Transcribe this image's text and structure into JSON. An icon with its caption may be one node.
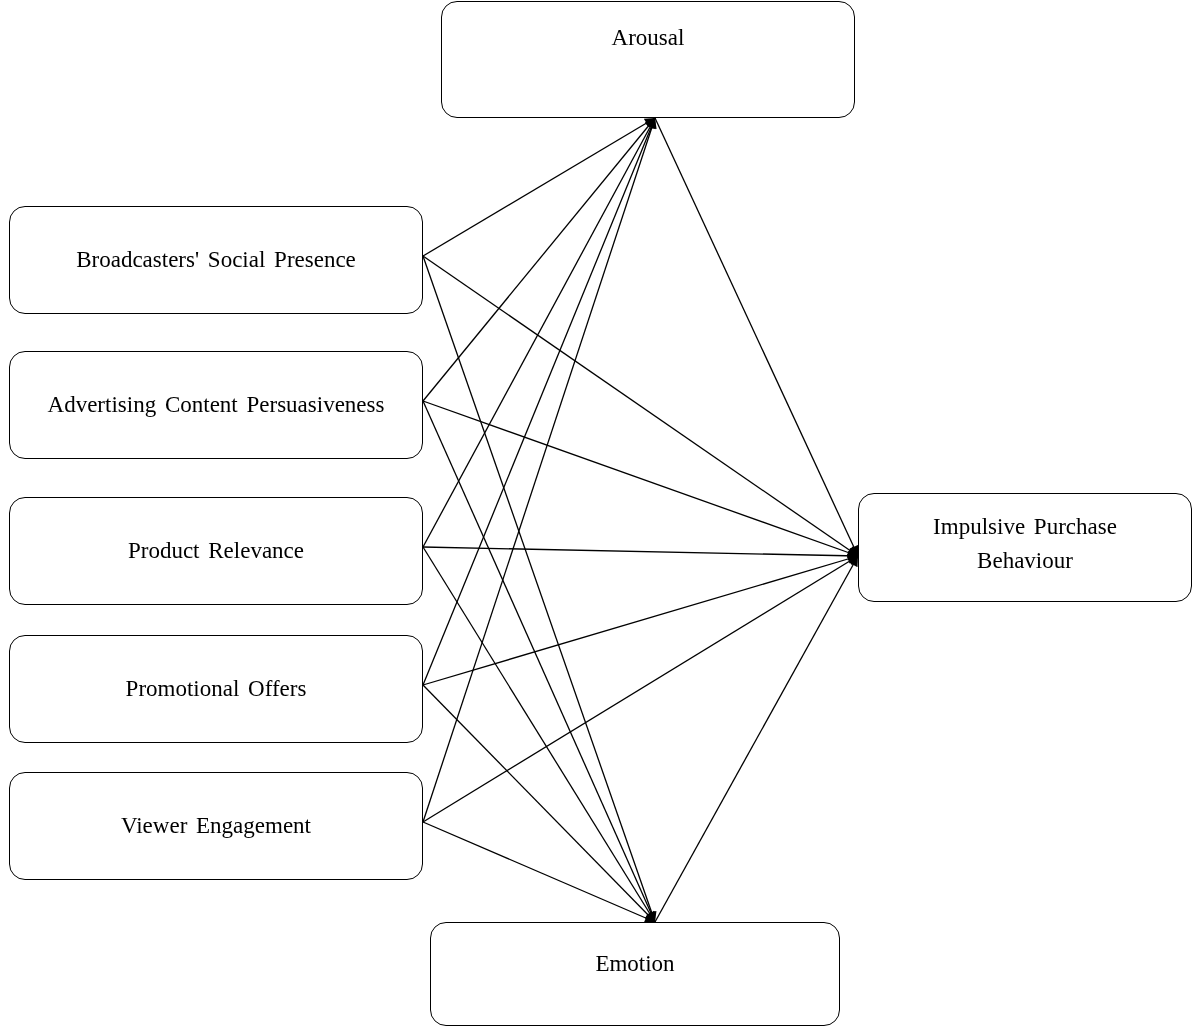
{
  "diagram": {
    "nodes": [
      {
        "text": [
          "Arousal"
        ]
      },
      {
        "text": [
          "Broadcasters' Social Presence"
        ]
      },
      {
        "text": [
          "Advertising Content Persuasiveness"
        ]
      },
      {
        "text": [
          "Product Relevance"
        ]
      },
      {
        "text": [
          "Promotional Offers"
        ]
      },
      {
        "text": [
          "Viewer Engagement"
        ]
      },
      {
        "text": [
          "Impulsive Purchase Behaviour"
        ]
      },
      {
        "text": [
          "Emotion"
        ]
      }
    ],
    "edges": [
      {
        "from": 1,
        "to": 0,
        "arrow": "to"
      },
      {
        "from": 1,
        "to": 6,
        "arrow": "to"
      },
      {
        "from": 1,
        "to": 7,
        "arrow": "to"
      },
      {
        "from": 2,
        "to": 0,
        "arrow": "to"
      },
      {
        "from": 2,
        "to": 6,
        "arrow": "to"
      },
      {
        "from": 2,
        "to": 7,
        "arrow": "to"
      },
      {
        "from": 3,
        "to": 0,
        "arrow": "to"
      },
      {
        "from": 3,
        "to": 6,
        "arrow": "to"
      },
      {
        "from": 3,
        "to": 7,
        "arrow": "to"
      },
      {
        "from": 4,
        "to": 0,
        "arrow": "to"
      },
      {
        "from": 4,
        "to": 6,
        "arrow": "to"
      },
      {
        "from": 4,
        "to": 7,
        "arrow": "to"
      },
      {
        "from": 5,
        "to": 0,
        "arrow": "to"
      },
      {
        "from": 5,
        "to": 6,
        "arrow": "to"
      },
      {
        "from": 5,
        "to": 7,
        "arrow": "to"
      },
      {
        "from": 0,
        "to": 6,
        "arrow": "to"
      },
      {
        "from": 7,
        "to": 6,
        "arrow": "to"
      }
    ]
  }
}
